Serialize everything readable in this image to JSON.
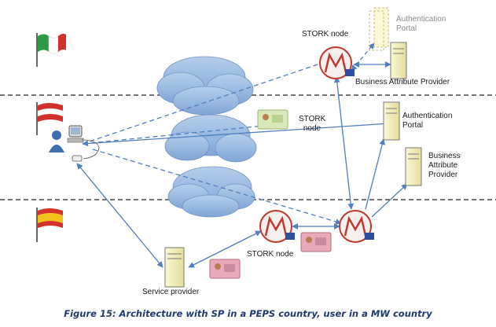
{
  "nodes": {
    "stork_node_top": "STORK node",
    "auth_portal_top": "Authentication Portal",
    "business_attr_provider_top": "Business Attribute Provider",
    "stork_node_middle": "STORK node",
    "auth_portal_middle": "Authentication Portal",
    "business_attr_provider_middle": "Business Attribute Provider",
    "stork_node_bottom": "STORK node",
    "service_provider": "Service provider"
  },
  "countries": [
    "italy-flag-icon",
    "austria-flag-icon",
    "spain-flag-icon"
  ],
  "caption": "Figure 15: Architecture with SP in a PEPS country, user in a MW country",
  "colors": {
    "arrow": "#4f7fbf",
    "cloud": "#8fb4de",
    "stork_ring": "#c0392b",
    "server": "#f3eeb0",
    "card_green": "#d9e8b8",
    "card_pink": "#e8a9b9"
  }
}
